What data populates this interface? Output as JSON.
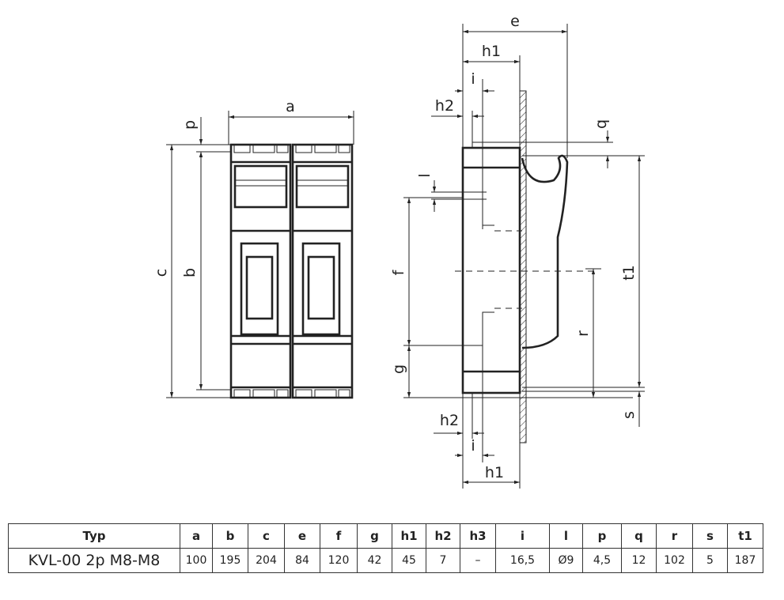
{
  "drawing": {
    "front_labels": {
      "a": "a",
      "b": "b",
      "c": "c",
      "p": "p"
    },
    "side_labels": {
      "e": "e",
      "h1_top": "h1",
      "i_top": "i",
      "h2_top": "h2",
      "q": "q",
      "l": "l",
      "f": "f",
      "g": "g",
      "t1": "t1",
      "r": "r",
      "s": "s",
      "h2_bottom": "h2",
      "i_bottom": "i",
      "h1_bottom": "h1"
    }
  },
  "table": {
    "headers": [
      "Typ",
      "a",
      "b",
      "c",
      "e",
      "f",
      "g",
      "h1",
      "h2",
      "h3",
      "i",
      "l",
      "p",
      "q",
      "r",
      "s",
      "t1"
    ],
    "rows": [
      [
        "KVL-00 2p M8-M8",
        "100",
        "195",
        "204",
        "84",
        "120",
        "42",
        "45",
        "7",
        "–",
        "16,5",
        "Ø9",
        "4,5",
        "12",
        "102",
        "5",
        "187"
      ]
    ]
  }
}
